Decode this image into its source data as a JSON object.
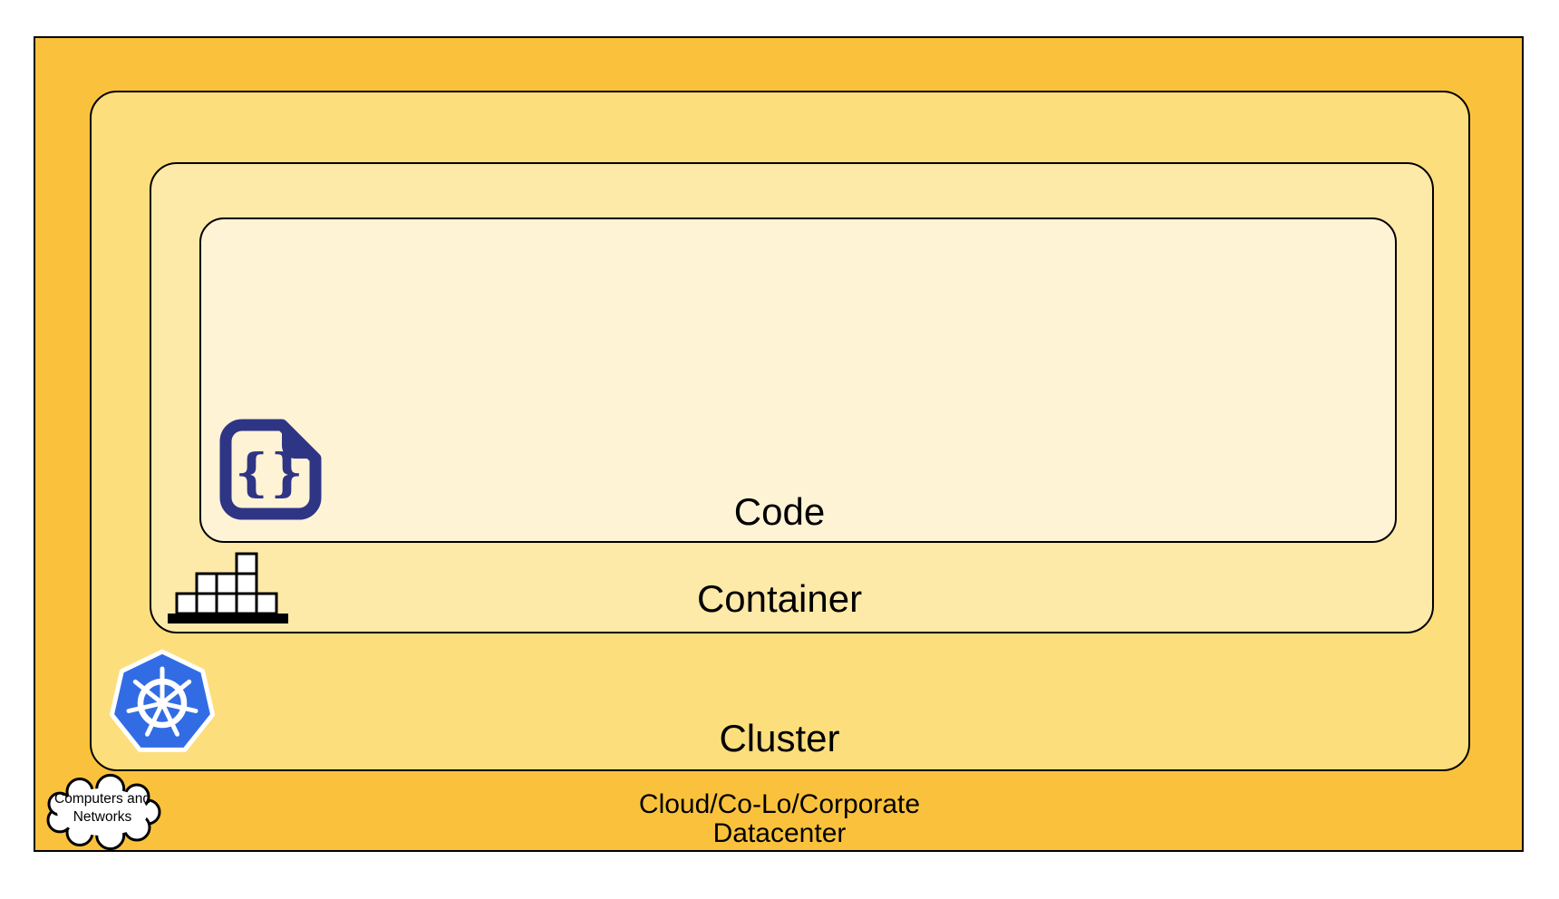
{
  "layers": [
    {
      "name": "datacenter",
      "label_lines": [
        "Cloud/Co-Lo/Corporate",
        "Datacenter"
      ],
      "fill": "#FAC23C"
    },
    {
      "name": "cluster",
      "label": "Cluster",
      "fill": "#FDDE7D"
    },
    {
      "name": "container",
      "label": "Container",
      "fill": "#FDE9A8"
    },
    {
      "name": "code",
      "label": "Code",
      "fill": "#FFF3D6"
    }
  ],
  "icons": {
    "code_file": {
      "name": "code-file-icon",
      "glyph": "{}",
      "color": "#2F3585"
    },
    "container_stack": {
      "name": "container-stack-icon",
      "box_fill": "#FFFFFF",
      "outline": "#000000"
    },
    "kubernetes": {
      "name": "kubernetes-helm-icon",
      "fill": "#326CE5",
      "wheel": "#FFFFFF"
    },
    "cloud": {
      "name": "cloud-icon",
      "fill": "#FFFFFF",
      "outline": "#000000",
      "label_lines": [
        "Computers and",
        "Networks"
      ]
    }
  }
}
